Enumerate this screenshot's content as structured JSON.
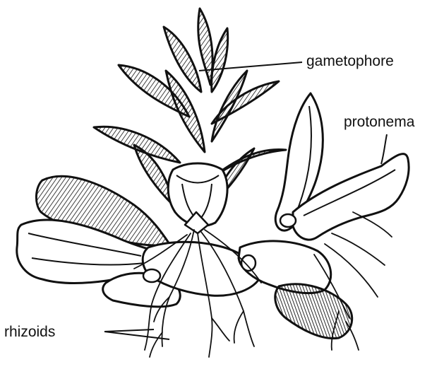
{
  "figure": {
    "subject": "moss",
    "labels": {
      "gametophore": "gametophore",
      "protonema": "protonema",
      "rhizoids": "rhizoids"
    }
  },
  "colors": {
    "ink": "#111111",
    "fill": "#ffffff",
    "shade": "#3a3a3a"
  }
}
